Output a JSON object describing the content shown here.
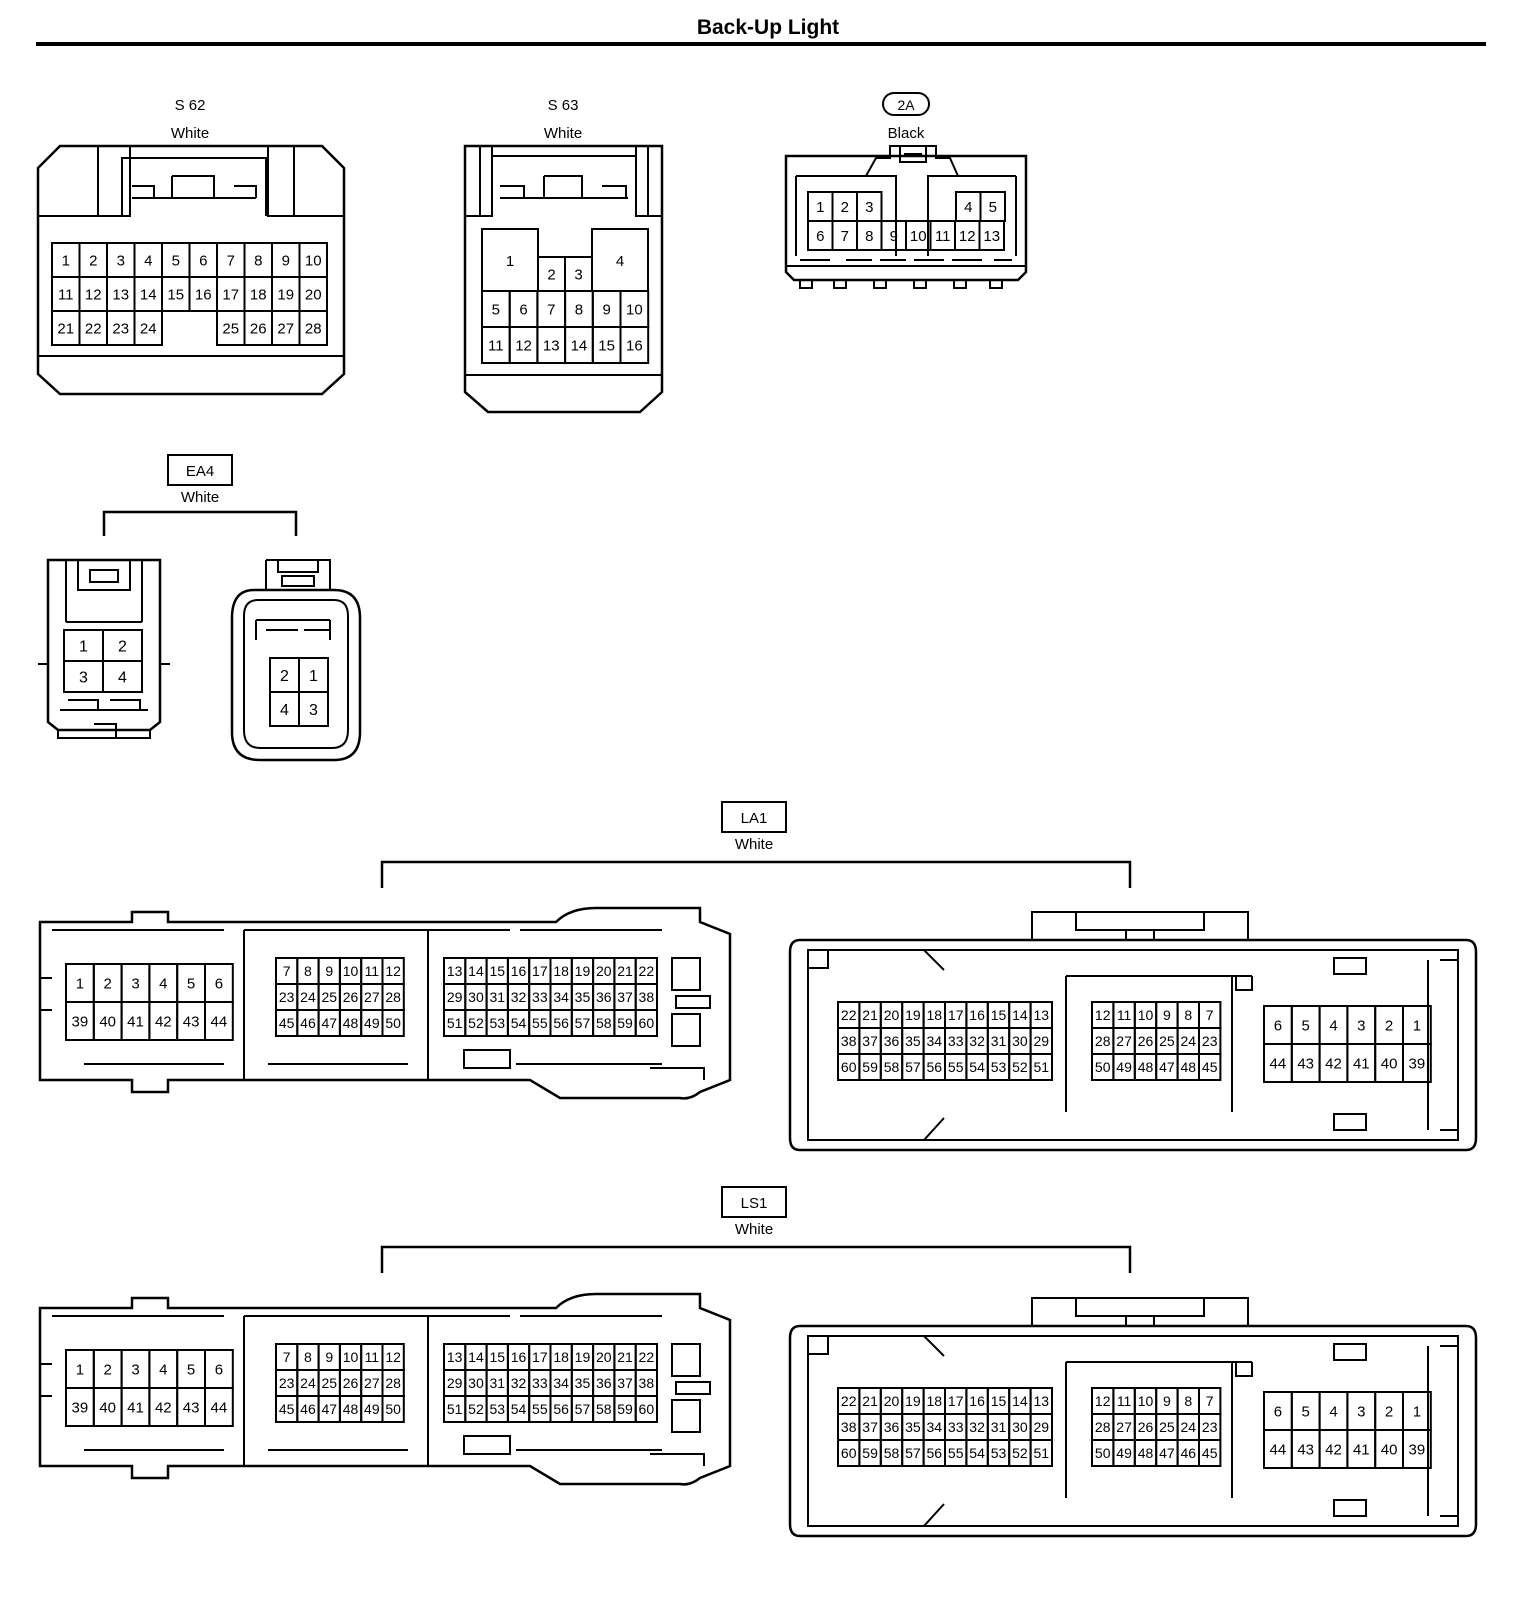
{
  "title": "Back-Up Light",
  "connectors": {
    "s62": {
      "id": "S 62",
      "color": "White"
    },
    "s63": {
      "id": "S 63",
      "color": "White"
    },
    "c2a": {
      "id": "2A",
      "color": "Black"
    },
    "ea4": {
      "id": "EA4",
      "color": "White"
    },
    "la1": {
      "id": "LA1",
      "color": "White"
    },
    "ls1": {
      "id": "LS1",
      "color": "White"
    }
  },
  "pins": {
    "s62_row1": [
      "1",
      "2",
      "3",
      "4",
      "5",
      "6",
      "7",
      "8",
      "9",
      "10"
    ],
    "s62_row2": [
      "11",
      "12",
      "13",
      "14",
      "15",
      "16",
      "17",
      "18",
      "19",
      "20"
    ],
    "s62_row3a": [
      "21",
      "22",
      "23",
      "24"
    ],
    "s62_row3b": [
      "25",
      "26",
      "27",
      "28"
    ],
    "s63_big": [
      "1",
      "4"
    ],
    "s63_row1": [
      "2",
      "3"
    ],
    "s63_row2": [
      "5",
      "6",
      "7",
      "8",
      "9",
      "10"
    ],
    "s63_row3": [
      "11",
      "12",
      "13",
      "14",
      "15",
      "16"
    ],
    "c2a_row1a": [
      "1",
      "2",
      "3"
    ],
    "c2a_row1b": [
      "4",
      "5"
    ],
    "c2a_row2": [
      "6",
      "7",
      "8",
      "9",
      "10",
      "11",
      "12",
      "13"
    ],
    "ea4_left": [
      "1",
      "2",
      "3",
      "4"
    ],
    "ea4_right": [
      "2",
      "1",
      "4",
      "3"
    ],
    "la1_male_a1": [
      "1",
      "2",
      "3",
      "4",
      "5",
      "6"
    ],
    "la1_male_a2": [
      "39",
      "40",
      "41",
      "42",
      "43",
      "44"
    ],
    "la1_male_b1": [
      "7",
      "8",
      "9",
      "10",
      "11",
      "12"
    ],
    "la1_male_b2": [
      "23",
      "24",
      "25",
      "26",
      "27",
      "28"
    ],
    "la1_male_b3": [
      "45",
      "46",
      "47",
      "48",
      "49",
      "50"
    ],
    "la1_male_c1": [
      "13",
      "14",
      "15",
      "16",
      "17",
      "18",
      "19",
      "20",
      "21",
      "22"
    ],
    "la1_male_c2": [
      "29",
      "30",
      "31",
      "32",
      "33",
      "34",
      "35",
      "36",
      "37",
      "38"
    ],
    "la1_male_c3": [
      "51",
      "52",
      "53",
      "54",
      "55",
      "56",
      "57",
      "58",
      "59",
      "60"
    ],
    "la1_female_a1": [
      "22",
      "21",
      "20",
      "19",
      "18",
      "17",
      "16",
      "15",
      "14",
      "13"
    ],
    "la1_female_a2": [
      "38",
      "37",
      "36",
      "35",
      "34",
      "33",
      "32",
      "31",
      "30",
      "29"
    ],
    "la1_female_a3": [
      "60",
      "59",
      "58",
      "57",
      "56",
      "55",
      "54",
      "53",
      "52",
      "51"
    ],
    "la1_female_b1": [
      "12",
      "11",
      "10",
      "9",
      "8",
      "7"
    ],
    "la1_female_b2": [
      "28",
      "27",
      "26",
      "25",
      "24",
      "23"
    ],
    "la1_female_b3": [
      "50",
      "49",
      "48",
      "47",
      "48",
      "45"
    ],
    "la1_female_c1": [
      "6",
      "5",
      "4",
      "3",
      "2",
      "1"
    ],
    "la1_female_c2": [
      "44",
      "43",
      "42",
      "41",
      "40",
      "39"
    ],
    "ls1_male_a1": [
      "1",
      "2",
      "3",
      "4",
      "5",
      "6"
    ],
    "ls1_male_a2": [
      "39",
      "40",
      "41",
      "42",
      "43",
      "44"
    ],
    "ls1_male_b1": [
      "7",
      "8",
      "9",
      "10",
      "11",
      "12"
    ],
    "ls1_male_b2": [
      "23",
      "24",
      "25",
      "26",
      "27",
      "28"
    ],
    "ls1_male_b3": [
      "45",
      "46",
      "47",
      "48",
      "49",
      "50"
    ],
    "ls1_male_c1": [
      "13",
      "14",
      "15",
      "16",
      "17",
      "18",
      "19",
      "20",
      "21",
      "22"
    ],
    "ls1_male_c2": [
      "29",
      "30",
      "31",
      "32",
      "33",
      "34",
      "35",
      "36",
      "37",
      "38"
    ],
    "ls1_male_c3": [
      "51",
      "52",
      "53",
      "54",
      "55",
      "56",
      "57",
      "58",
      "59",
      "60"
    ],
    "ls1_female_a1": [
      "22",
      "21",
      "20",
      "19",
      "18",
      "17",
      "16",
      "15",
      "14",
      "13"
    ],
    "ls1_female_a2": [
      "38",
      "37",
      "36",
      "35",
      "34",
      "33",
      "32",
      "31",
      "30",
      "29"
    ],
    "ls1_female_a3": [
      "60",
      "59",
      "58",
      "57",
      "56",
      "55",
      "54",
      "53",
      "52",
      "51"
    ],
    "ls1_female_b1": [
      "12",
      "11",
      "10",
      "9",
      "8",
      "7"
    ],
    "ls1_female_b2": [
      "28",
      "27",
      "26",
      "25",
      "24",
      "23"
    ],
    "ls1_female_b3": [
      "50",
      "49",
      "48",
      "47",
      "46",
      "45"
    ],
    "ls1_female_c1": [
      "6",
      "5",
      "4",
      "3",
      "2",
      "1"
    ],
    "ls1_female_c2": [
      "44",
      "43",
      "42",
      "41",
      "40",
      "39"
    ]
  }
}
